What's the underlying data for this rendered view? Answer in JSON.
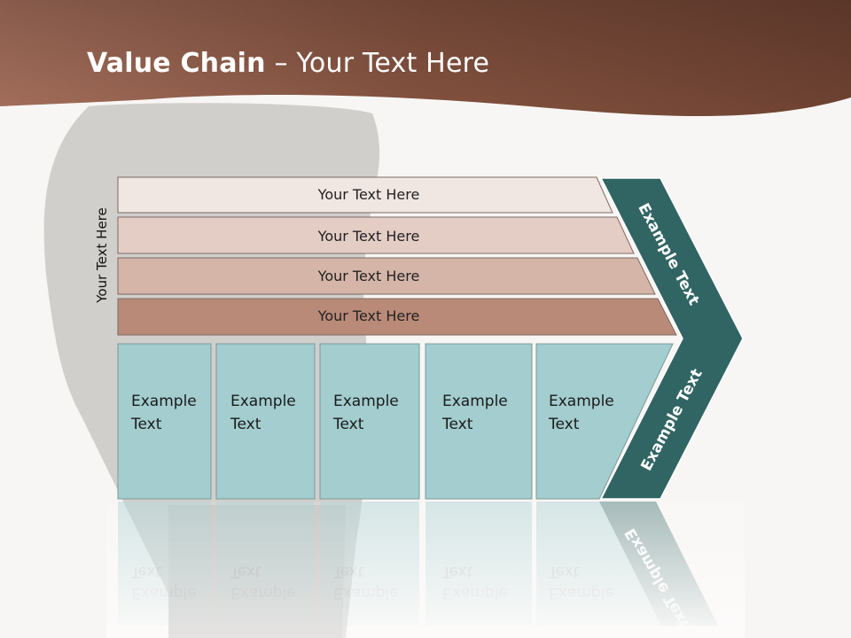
{
  "title": {
    "bold": "Value Chain",
    "rest": " – Your Text Here"
  },
  "side_label": "Your Text Here",
  "bars": [
    "Your Text Here",
    "Your Text Here",
    "Your Text Here",
    "Your Text Here"
  ],
  "columns": [
    [
      "Example",
      "Text"
    ],
    [
      "Example",
      "Text"
    ],
    [
      "Example",
      "Text"
    ],
    [
      "Example",
      "Text"
    ],
    [
      "Example",
      "Text"
    ]
  ],
  "chevron_labels": {
    "top": "Example Text",
    "bottom": "Example Text"
  },
  "colors": {
    "header": "#8e5a47",
    "bar_fills": [
      "#f0e6e2",
      "#e4cdc5",
      "#d5b5a8",
      "#ba8a78"
    ],
    "column_fill": "#a3cdcf",
    "chevron": "#316564",
    "background": "#f8f6f4"
  }
}
